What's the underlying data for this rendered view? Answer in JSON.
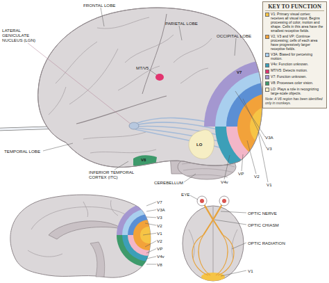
{
  "diagram": {
    "labels": [
      "KEY TO FUNCTION",
      "FRONTAL LOBE",
      "PARIETAL LOBE",
      "LATERAL GENICULATE NUCLEUS (LGN)",
      "OCCIPITAL LOBE",
      "MT/V5",
      "V7",
      "V3A",
      "V3",
      "LO",
      "V2",
      "V1",
      "TEMPORAL LOBE",
      "V8",
      "VP",
      "V4v",
      "INFERIOR TEMPORAL CORTEX (ITC)",
      "CEREBELLUM",
      "Note: A V6 region has been identified only in monkeys.",
      "V7",
      "V3A",
      "V3",
      "V2",
      "V1",
      "V2",
      "VP",
      "V4v",
      "V8",
      "EYE",
      "OPTIC NERVE",
      "OPTIC CHIASM",
      "OPTIC RADIATION",
      "V1"
    ],
    "legend": [
      {
        "text": "V1: Primary visual cortex; receives all visual input. Begins processing of color, motion and shape. Cells in this area have the smallest receptive fields.",
        "color": "#f6c445"
      },
      {
        "text": "V2, V3 and VP: Continue processing; cells of each area have progressively larger receptive fields.",
        "color": "#f2a23a"
      },
      {
        "text": "V3A: Biased for perceiving motion.",
        "color": "#a9cfee"
      },
      {
        "text": "V4v: Function unknown.",
        "color": "#3c9fb8"
      },
      {
        "text": "MT/V5: Detects motion.",
        "color": "#e2346f"
      },
      {
        "text": "V7: Function unknown.",
        "color": "#a497d0"
      },
      {
        "text": "V8: Processes color vision.",
        "color": "#3e9a6b"
      },
      {
        "text": "LO: Plays a role in recognizing large-scale objects.",
        "color": "#f6eec4"
      }
    ]
  }
}
